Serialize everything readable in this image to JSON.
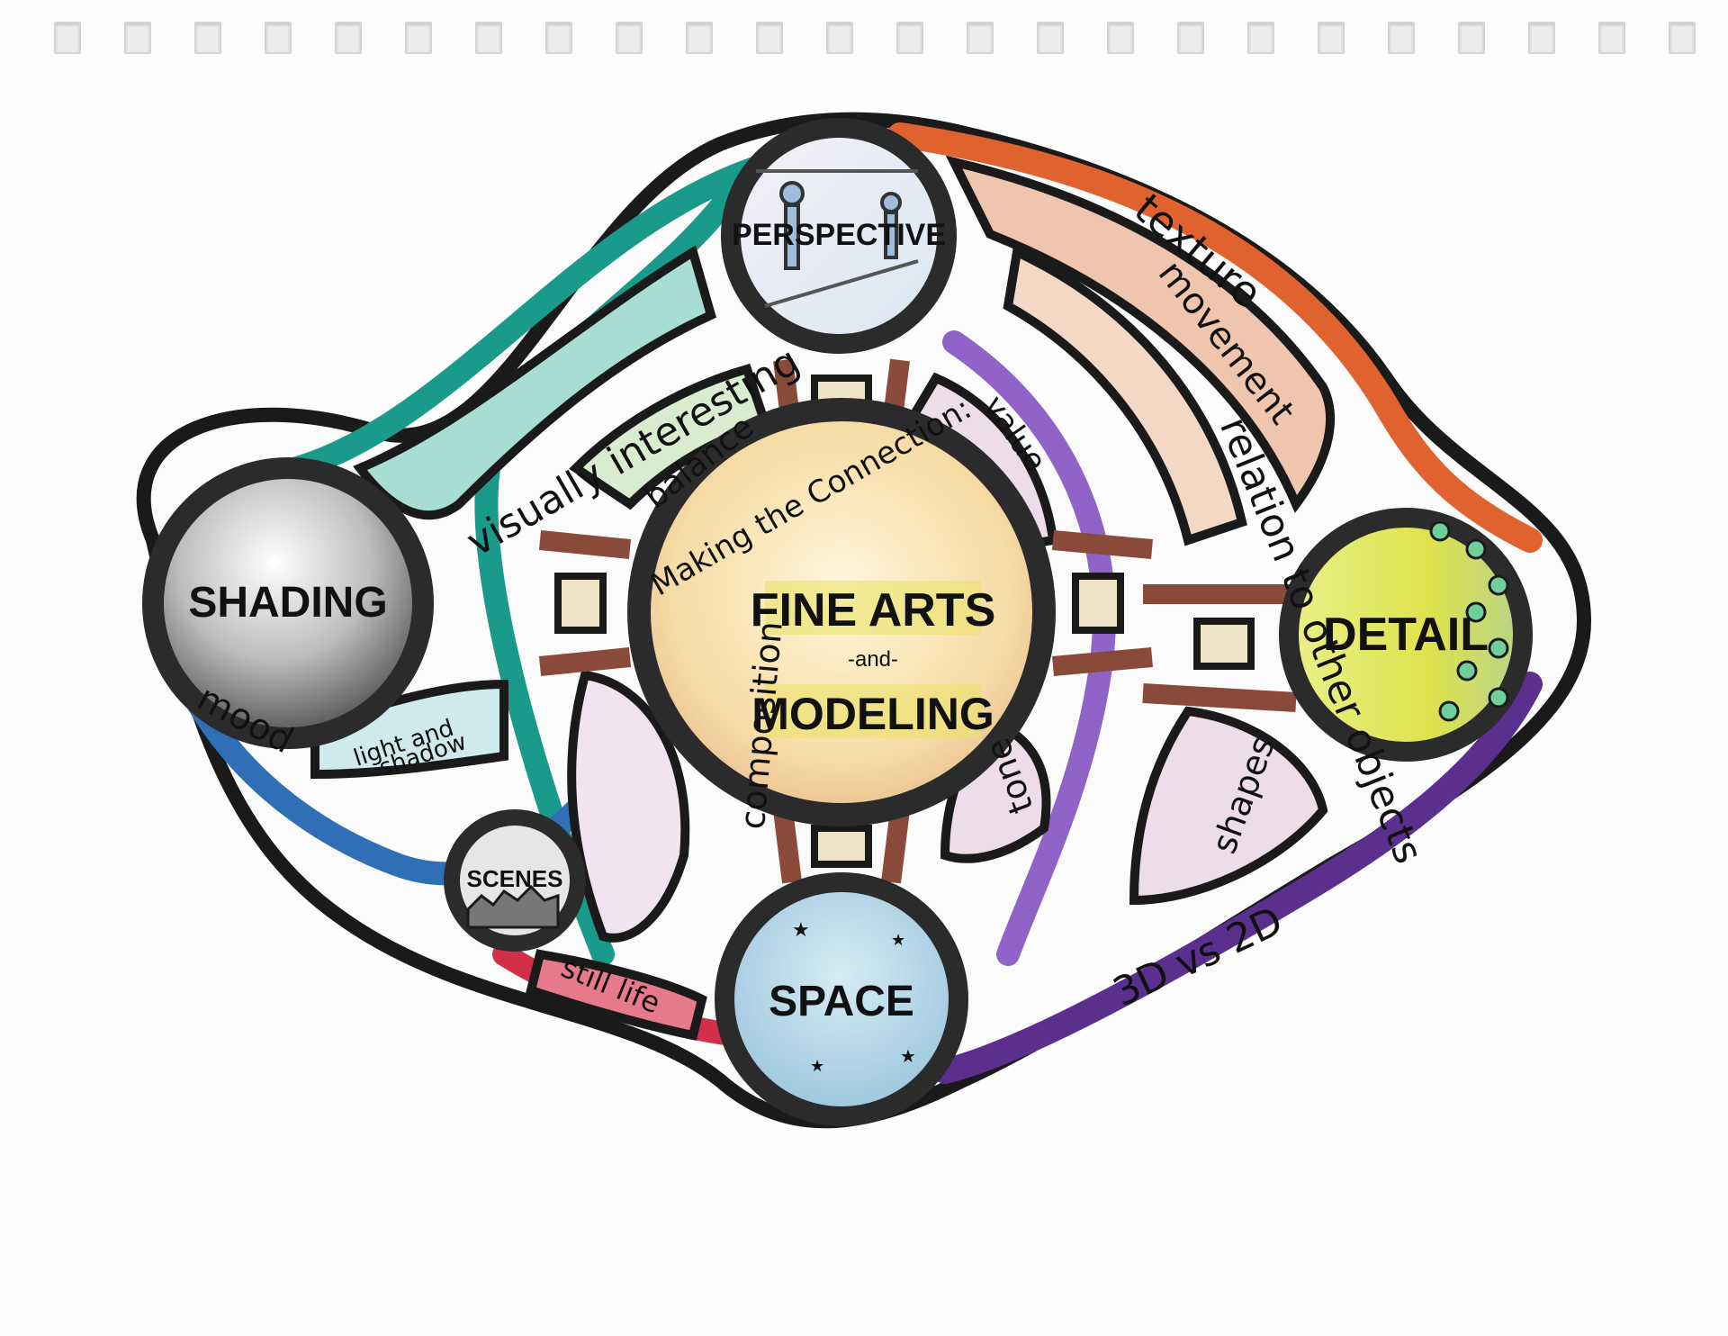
{
  "center": {
    "subtitle": "Making the Connection:",
    "title_line1": "FINE ARTS",
    "title_and": "-and-",
    "title_line2": "MODELING"
  },
  "nodes": {
    "perspective": "PERSPECTIVE",
    "shading": "SHADING",
    "detail": "DETAIL",
    "space": "SPACE",
    "scenes": "SCENES"
  },
  "links": {
    "visually_interesting": "visually interesting",
    "balance": "balance",
    "value": "value",
    "relation": "relation to other objects",
    "texture": "texture",
    "movement": "movement",
    "shapes": "shapes",
    "tone": "tone",
    "composition": "composition",
    "still_life": "still life",
    "mood": "mood",
    "light_line1": "light and",
    "light_line2": "shadow",
    "three_d": "3D vs 2D"
  },
  "colors": {
    "outline": "#1a1a1a",
    "teal": "#1a9a8a",
    "teal_light": "#a8ddd4",
    "blue": "#2f6fb6",
    "blue_light": "#9cc3e4",
    "orange": "#e0622e",
    "peach": "#efc6ad",
    "purple": "#5b2f8e",
    "violet": "#8f63c7",
    "red": "#d13048",
    "brown": "#8a4a3a",
    "cream": "#efe3c6",
    "center_fill": "#f5d99a",
    "pink_light": "#eedde8",
    "green_light": "#d8eccf"
  }
}
